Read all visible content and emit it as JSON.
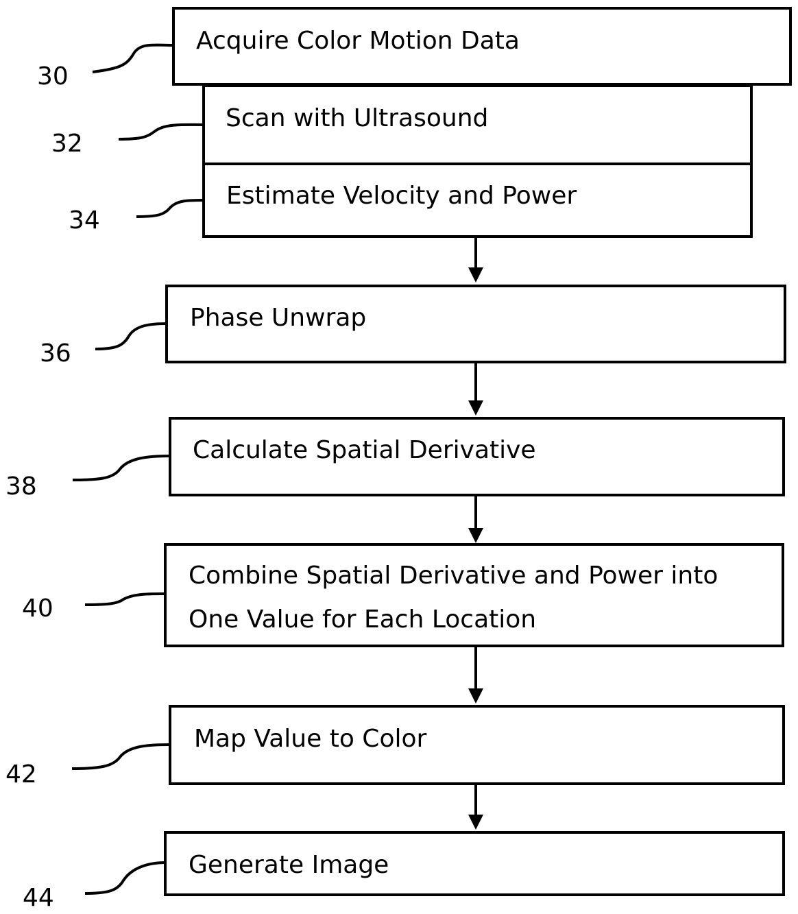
{
  "steps": [
    {
      "ref": "30",
      "label": "Acquire Color Motion Data"
    },
    {
      "ref": "32",
      "label": "Scan with Ultrasound"
    },
    {
      "ref": "34",
      "label": "Estimate Velocity and Power"
    },
    {
      "ref": "36",
      "label": "Phase Unwrap"
    },
    {
      "ref": "38",
      "label": "Calculate Spatial Derivative"
    },
    {
      "ref": "40",
      "label_line1": "Combine Spatial Derivative and Power into",
      "label_line2": "One Value for Each Location"
    },
    {
      "ref": "42",
      "label": "Map Value to Color"
    },
    {
      "ref": "44",
      "label": "Generate Image"
    }
  ],
  "colors": {
    "stroke": "#000000",
    "background": "#ffffff"
  }
}
